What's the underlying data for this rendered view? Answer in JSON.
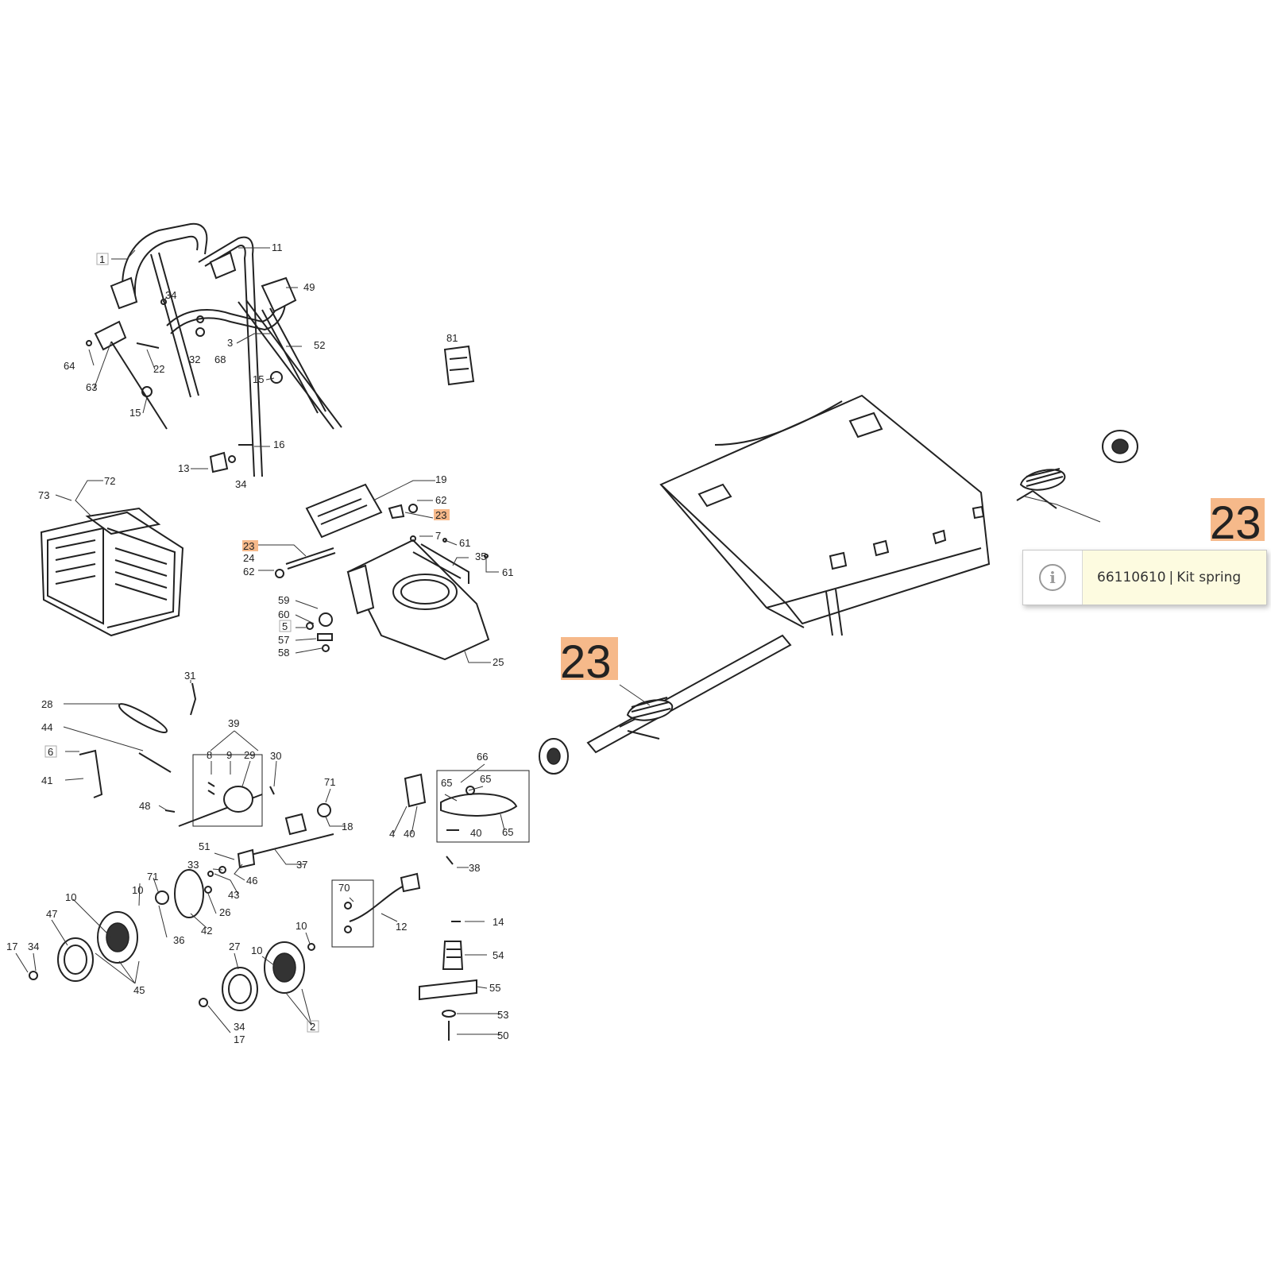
{
  "highlight_color": "#f6b98a",
  "callouts": {
    "big_top": "23",
    "big_middle": "23"
  },
  "tooltip": {
    "icon": "info-circle-icon",
    "part_number": "66110610",
    "separator": "|",
    "description": "Kit spring"
  },
  "labels": {
    "l1": "1",
    "l11": "11",
    "l34a": "34",
    "l49": "49",
    "l81": "81",
    "l64": "64",
    "l63": "63",
    "l22": "22",
    "l3": "3",
    "l32": "32",
    "l68": "68",
    "l52": "52",
    "l15a": "15",
    "l15b": "15",
    "l16": "16",
    "l13": "13",
    "l34b": "34",
    "l73": "73",
    "l72": "72",
    "l19": "19",
    "l62a": "62",
    "l23a": "23",
    "l23b": "23",
    "l7": "7",
    "l61a": "61",
    "l24": "24",
    "l35": "35",
    "l62b": "62",
    "l61b": "61",
    "l59": "59",
    "l60": "60",
    "l5": "5",
    "l57": "57",
    "l58": "58",
    "l25": "25",
    "l31": "31",
    "l28": "28",
    "l44": "44",
    "l39": "39",
    "l6": "6",
    "l8": "8",
    "l9": "9",
    "l29": "29",
    "l30": "30",
    "l41": "41",
    "l48": "48",
    "l71a": "71",
    "l18": "18",
    "l66": "66",
    "l65a": "65",
    "l65b": "65",
    "l65c": "65",
    "l4": "4",
    "l40a": "40",
    "l40b": "40",
    "l38": "38",
    "l51": "51",
    "l37": "37",
    "l33": "33",
    "l46": "46",
    "l43": "43",
    "l70": "70",
    "l12": "12",
    "l10a": "10",
    "l71b": "71",
    "l10b": "10",
    "l26": "26",
    "l42": "42",
    "l47": "47",
    "l36": "36",
    "l14": "14",
    "l17a": "17",
    "l34c": "34",
    "l45": "45",
    "l27": "27",
    "l10c": "10",
    "l10d": "10",
    "l54": "54",
    "l55": "55",
    "l2": "2",
    "l53": "53",
    "l34d": "34",
    "l17b": "17",
    "l50": "50"
  }
}
